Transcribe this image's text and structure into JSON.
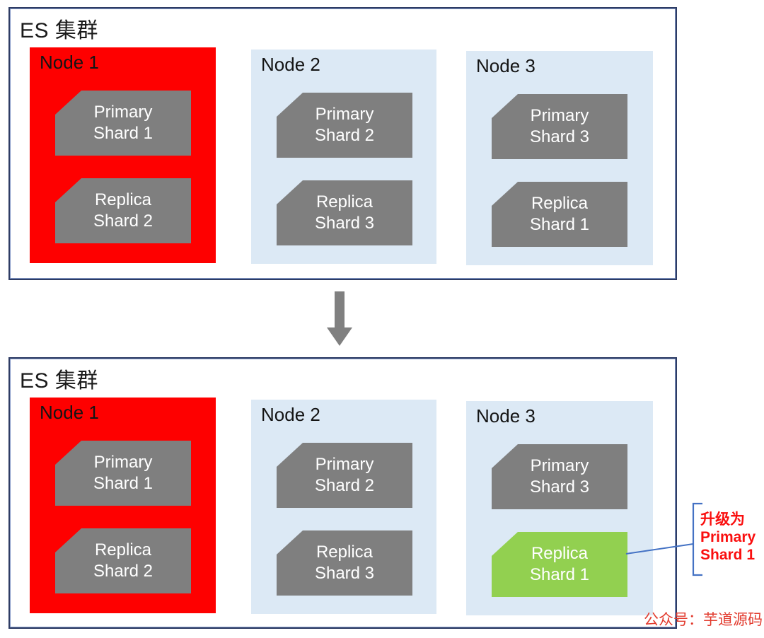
{
  "colors": {
    "panel_border": "#2e3c64",
    "panel_border_inner": "#8398c7",
    "node_highlight": "#fe0000",
    "node_normal": "#dce9f5",
    "shard_gray": "#7f7f7f",
    "shard_promoted_green": "#92d050",
    "connector_blue": "#4472c4",
    "annotation_red": "#fa0f0f",
    "watermark_red": "#e23b2e",
    "arrow_gray": "#808080"
  },
  "panels": [
    {
      "title": "ES 集群",
      "nodes": [
        {
          "name": "Node 1",
          "highlighted": true,
          "shards": [
            {
              "line1": "Primary",
              "line2": "Shard 1"
            },
            {
              "line1": "Replica",
              "line2": "Shard 2"
            }
          ]
        },
        {
          "name": "Node 2",
          "highlighted": false,
          "shards": [
            {
              "line1": "Primary",
              "line2": "Shard 2"
            },
            {
              "line1": "Replica",
              "line2": "Shard 3"
            }
          ]
        },
        {
          "name": "Node 3",
          "highlighted": false,
          "shards": [
            {
              "line1": "Primary",
              "line2": "Shard 3"
            },
            {
              "line1": "Replica",
              "line2": "Shard 1"
            }
          ]
        }
      ]
    },
    {
      "title": "ES 集群",
      "nodes": [
        {
          "name": "Node 1",
          "highlighted": true,
          "shards": [
            {
              "line1": "Primary",
              "line2": "Shard 1"
            },
            {
              "line1": "Replica",
              "line2": "Shard 2"
            }
          ]
        },
        {
          "name": "Node 2",
          "highlighted": false,
          "shards": [
            {
              "line1": "Primary",
              "line2": "Shard 2"
            },
            {
              "line1": "Replica",
              "line2": "Shard 3"
            }
          ]
        },
        {
          "name": "Node 3",
          "highlighted": false,
          "shards": [
            {
              "line1": "Primary",
              "line2": "Shard 3"
            },
            {
              "line1": "Replica",
              "line2": "Shard 1",
              "promoted": true
            }
          ]
        }
      ]
    }
  ],
  "annotation": {
    "lines": [
      "升级为",
      "Primary",
      "Shard 1"
    ]
  },
  "watermark": "公众号：芋道源码"
}
